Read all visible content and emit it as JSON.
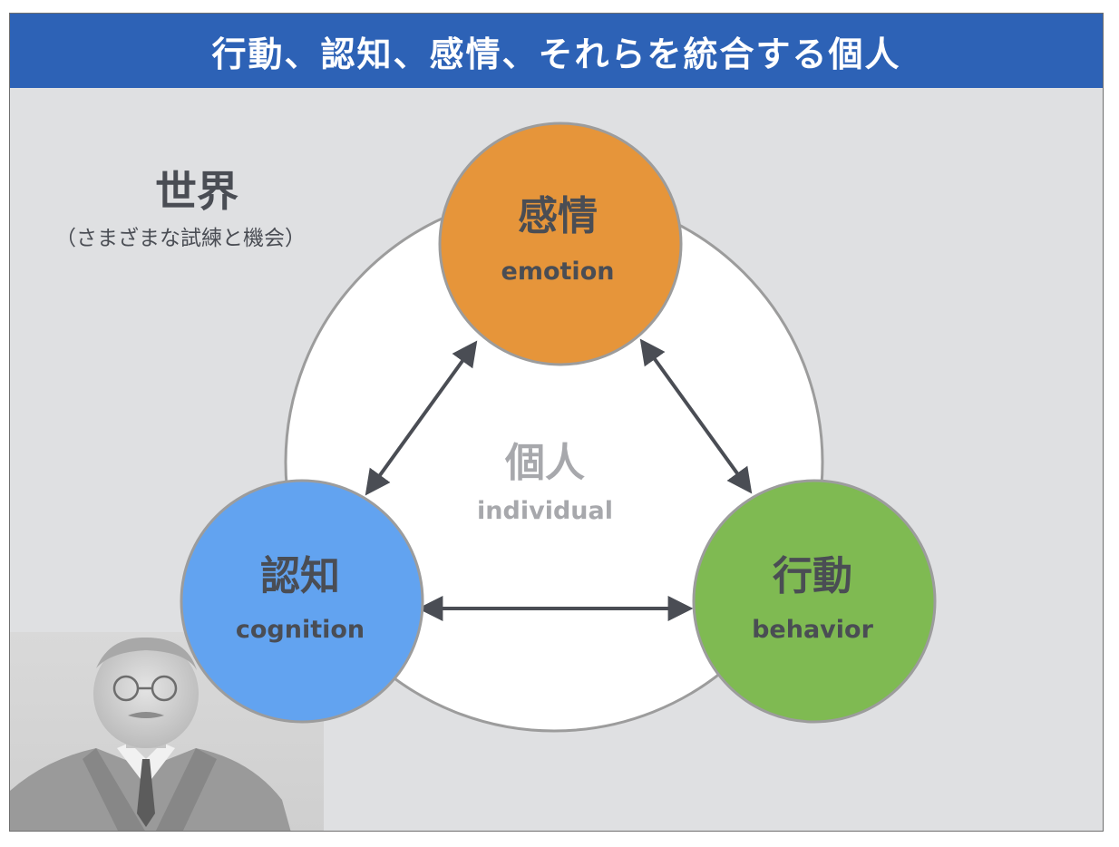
{
  "slide": {
    "title": "行動、認知、感情、それらを統合する個人"
  },
  "world": {
    "title": "世界",
    "subtitle": "（さまざまな試練と機会）"
  },
  "center": {
    "label_jp": "個人",
    "label_en": "individual"
  },
  "nodes": {
    "emotion": {
      "label_jp": "感情",
      "label_en": "emotion",
      "color": "#e6953a"
    },
    "cognition": {
      "label_jp": "認知",
      "label_en": "cognition",
      "color": "#62a3f0"
    },
    "behavior": {
      "label_jp": "行動",
      "label_en": "behavior",
      "color": "#7fba52"
    }
  },
  "colors": {
    "title_bar": "#2d62b6",
    "background": "#dfe0e2",
    "text": "#4a4d54",
    "arrow": "#4a4d54"
  },
  "portrait": {
    "icon": "portrait-photo"
  }
}
